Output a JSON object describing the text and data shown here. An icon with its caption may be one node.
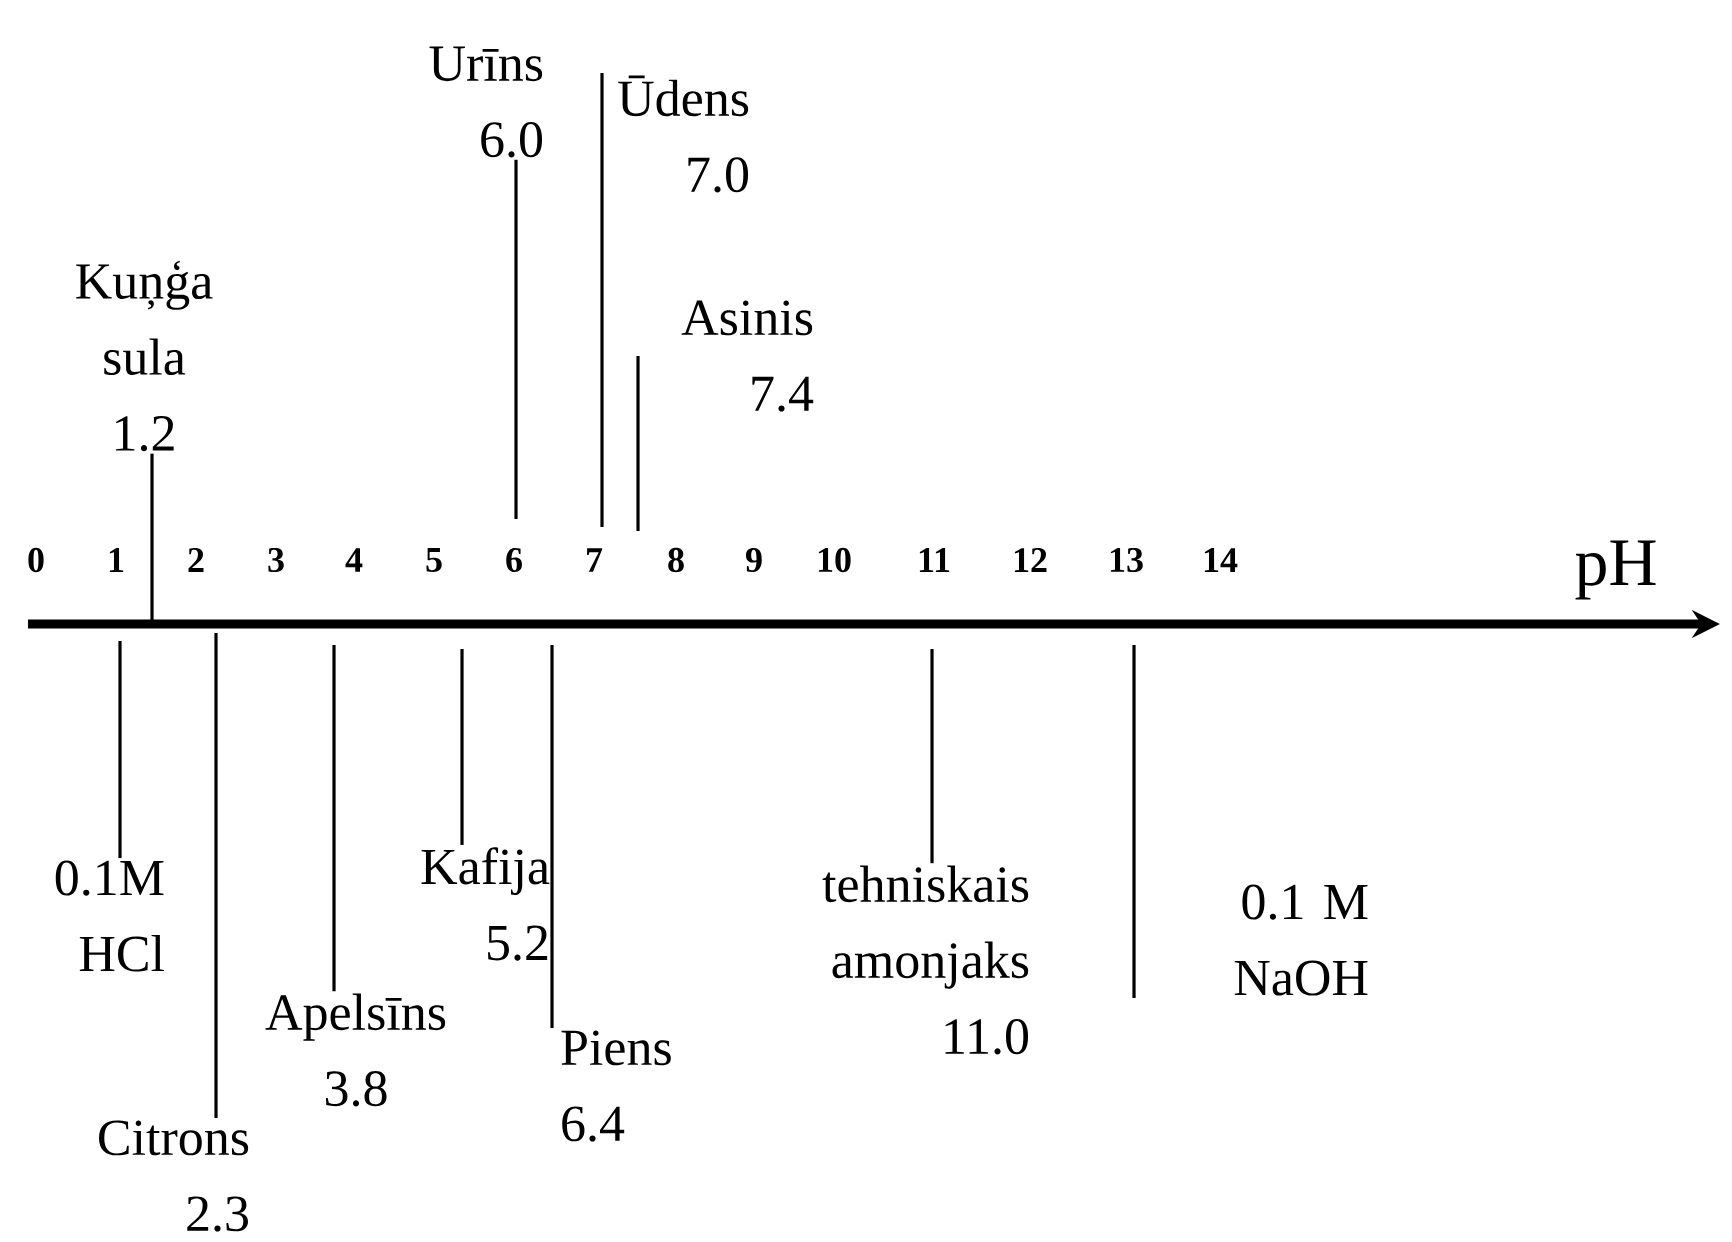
{
  "diagram": {
    "nodes": [
      {
        "text": [
          "Kuņģa sula",
          "1.2"
        ]
      },
      {
        "text": [
          "Urīns",
          "6.0"
        ]
      },
      {
        "text": [
          "Ūdens",
          "7.0"
        ]
      },
      {
        "text": [
          "Asinis",
          "7.4"
        ]
      },
      {
        "text": [
          "0.1M HCl"
        ]
      },
      {
        "text": [
          "Citrons",
          "2.3"
        ]
      },
      {
        "text": [
          "Apelsīns",
          "3.8"
        ]
      },
      {
        "text": [
          "Kafija",
          "5.2"
        ]
      },
      {
        "text": [
          "Piens",
          "6.4"
        ]
      },
      {
        "text": [
          "tehniskais amonjaks",
          "11.0"
        ]
      },
      {
        "text": [
          "0.1 M NaOH"
        ]
      },
      {
        "text": [],
        "shape": "arrow",
        "beside": [
          "pH"
        ]
      }
    ],
    "edges": [
      {
        "from": 0,
        "to": 11,
        "arrow": "none"
      },
      {
        "from": 1,
        "to": 11,
        "arrow": "none"
      },
      {
        "from": 2,
        "to": 11,
        "arrow": "none"
      },
      {
        "from": 3,
        "to": 11,
        "arrow": "none"
      },
      {
        "from": 4,
        "to": 11,
        "arrow": "none"
      },
      {
        "from": 5,
        "to": 11,
        "arrow": "none"
      },
      {
        "from": 6,
        "to": 11,
        "arrow": "none"
      },
      {
        "from": 7,
        "to": 11,
        "arrow": "none"
      },
      {
        "from": 8,
        "to": 11,
        "arrow": "none"
      },
      {
        "from": 9,
        "to": 11,
        "arrow": "none"
      },
      {
        "from": 10,
        "to": 11,
        "arrow": "none"
      }
    ],
    "labels": [
      "0",
      "1",
      "2",
      "3",
      "4",
      "5",
      "6",
      "7",
      "8",
      "9",
      "10",
      "11",
      "12",
      "13",
      "14"
    ]
  }
}
